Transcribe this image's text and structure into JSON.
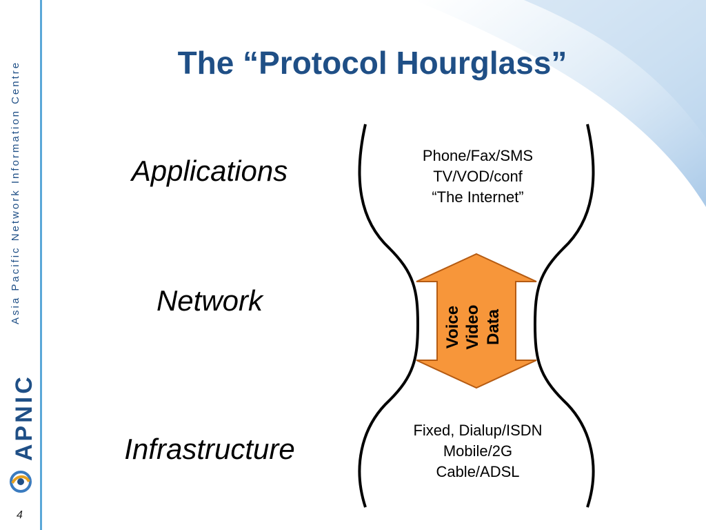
{
  "slide": {
    "title": "The “Protocol Hourglass”",
    "page_number": "4"
  },
  "sidebar": {
    "org_name": "Asia Pacific Network Information Centre",
    "brand": "APNIC"
  },
  "layers": {
    "applications": "Applications",
    "network": "Network",
    "infrastructure": "Infrastructure"
  },
  "hourglass": {
    "top_items": [
      "Phone/Fax/SMS",
      "TV/VOD/conf",
      "“The Internet”"
    ],
    "center_items": [
      "Voice",
      "Video",
      "Data"
    ],
    "bottom_items": [
      "Fixed, Dialup/ISDN",
      "Mobile/2G",
      "Cable/ADSL"
    ]
  },
  "colors": {
    "title": "#1f4f86",
    "accent_line": "#5aa7d8",
    "arrow_fill": "#f7963a",
    "arrow_stroke": "#b55b12"
  }
}
